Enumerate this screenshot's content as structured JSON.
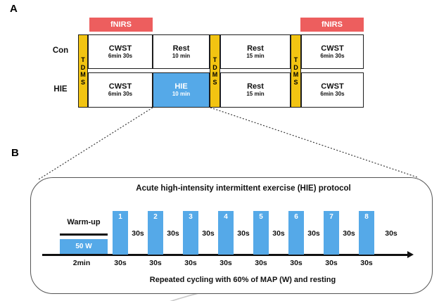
{
  "colors": {
    "red": "#ED5E5E",
    "yellow": "#F2C412",
    "blue": "#55A9E8"
  },
  "panelA": {
    "label": "A",
    "fnirs_left": "fNIRS",
    "fnirs_right": "fNIRS",
    "row_labels": [
      "Con",
      "HIE"
    ],
    "tdms": [
      "T",
      "D",
      "M",
      "S"
    ],
    "cells": {
      "con": [
        {
          "title": "CWST",
          "sub": "6min 30s",
          "highlight": false
        },
        {
          "title": "Rest",
          "sub": "10 min",
          "highlight": false
        },
        {
          "title": "Rest",
          "sub": "15 min",
          "highlight": false
        },
        {
          "title": "CWST",
          "sub": "6min 30s",
          "highlight": false
        }
      ],
      "hie": [
        {
          "title": "CWST",
          "sub": "6min 30s",
          "highlight": false
        },
        {
          "title": "HIE",
          "sub": "10 min",
          "highlight": true
        },
        {
          "title": "Rest",
          "sub": "15 min",
          "highlight": false
        },
        {
          "title": "CWST",
          "sub": "6min 30s",
          "highlight": false
        }
      ]
    }
  },
  "panelB": {
    "label": "B",
    "title": "Acute high-intensity intermittent exercise (HIE) protocol",
    "warmup": {
      "label": "Warm-up",
      "power": "50 W",
      "duration": "2min"
    },
    "bouts": [
      {
        "number": "1",
        "work": "30s",
        "rest": "30s"
      },
      {
        "number": "2",
        "work": "30s",
        "rest": "30s"
      },
      {
        "number": "3",
        "work": "30s",
        "rest": "30s"
      },
      {
        "number": "4",
        "work": "30s",
        "rest": "30s"
      },
      {
        "number": "5",
        "work": "30s",
        "rest": "30s"
      },
      {
        "number": "6",
        "work": "30s",
        "rest": "30s"
      },
      {
        "number": "7",
        "work": "30s",
        "rest": "30s"
      },
      {
        "number": "8",
        "work": "30s",
        "rest": "30s"
      }
    ],
    "caption": "Repeated cycling with 60% of MAP (W) and resting"
  }
}
